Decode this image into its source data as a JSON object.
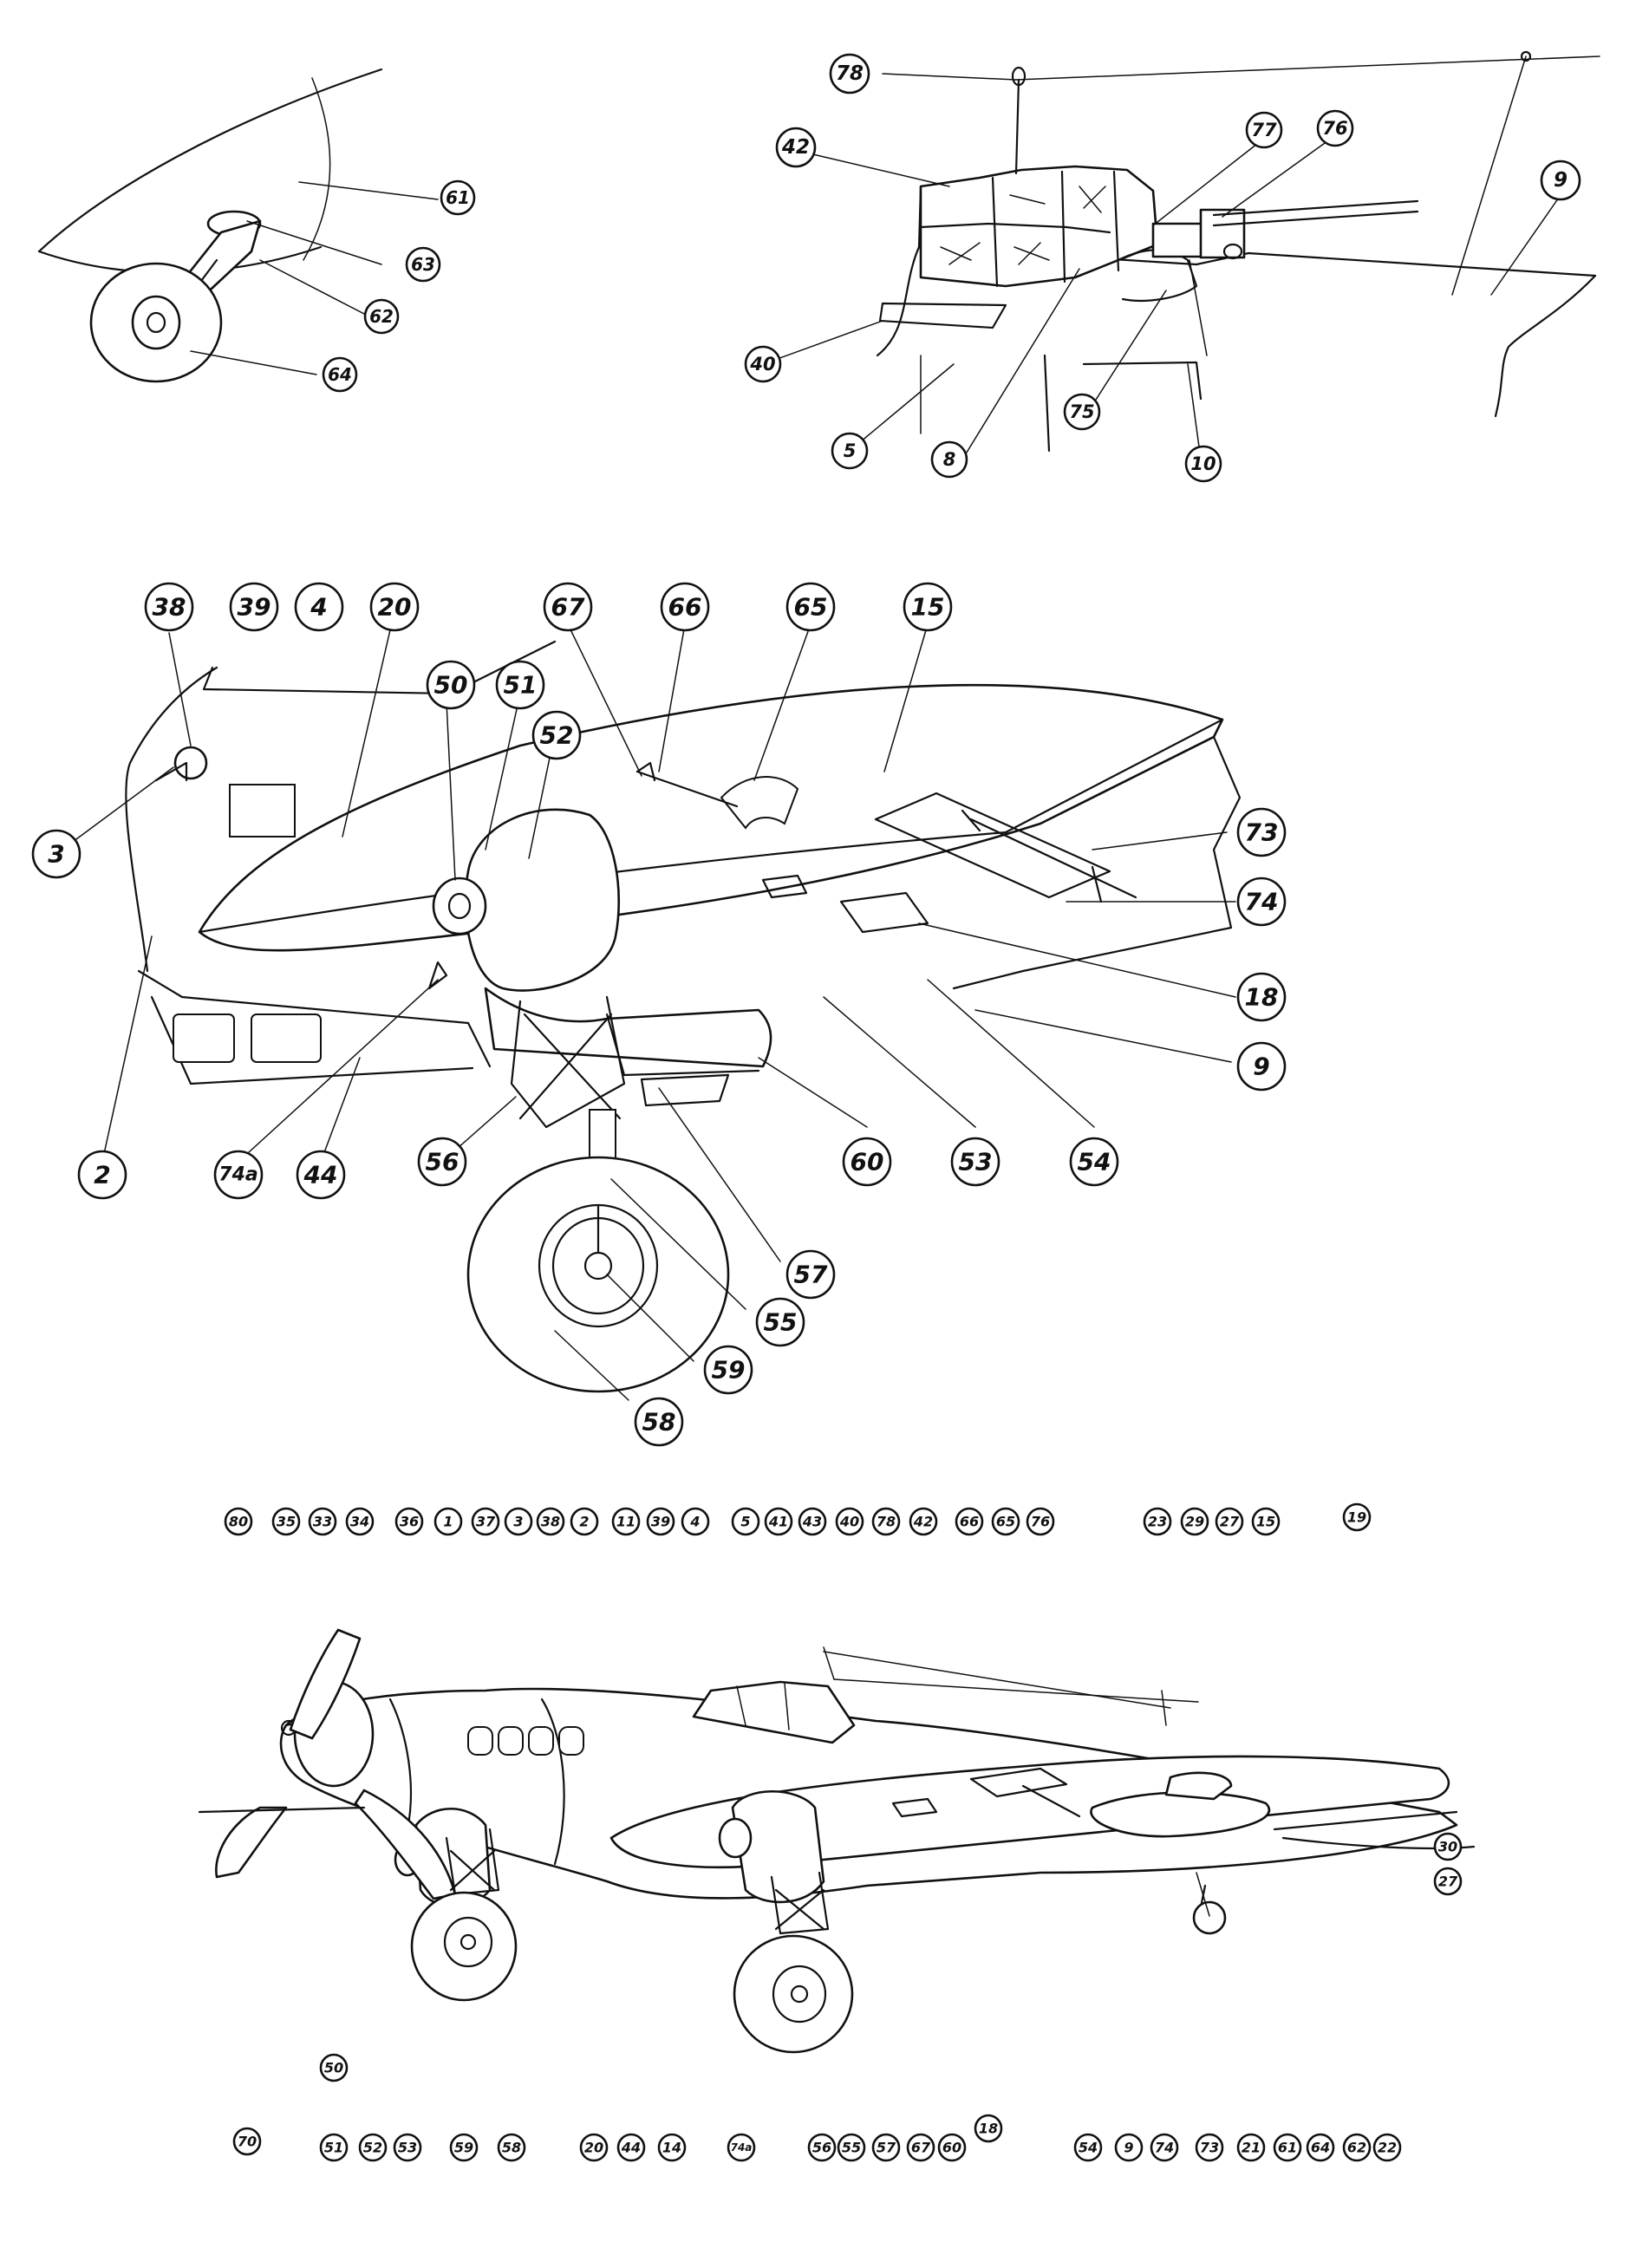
{
  "panels": {
    "tail_wheel": {
      "callouts": [
        "61",
        "63",
        "62",
        "64"
      ]
    },
    "cockpit": {
      "callouts": [
        "78",
        "42",
        "77",
        "76",
        "9",
        "40",
        "5",
        "8",
        "75",
        "10"
      ]
    },
    "wing_nacelle": {
      "callouts": [
        "38",
        "39",
        "4",
        "20",
        "50",
        "51",
        "52",
        "67",
        "66",
        "65",
        "15",
        "3",
        "73",
        "74",
        "18",
        "9",
        "2",
        "74a",
        "44",
        "56",
        "60",
        "53",
        "54",
        "57",
        "55",
        "59",
        "58"
      ]
    },
    "full_aircraft": {
      "callouts_top": [
        "80",
        "35",
        "33",
        "34",
        "36",
        "1",
        "37",
        "3",
        "38",
        "2",
        "11",
        "39",
        "4",
        "5",
        "41",
        "43",
        "40",
        "78",
        "42",
        "66",
        "65",
        "76",
        "23",
        "29",
        "27",
        "15",
        "19"
      ],
      "callouts_right": [
        "30",
        "27"
      ],
      "callouts_left": [
        "50"
      ],
      "callouts_bottom": [
        "70",
        "51",
        "52",
        "53",
        "59",
        "58",
        "20",
        "44",
        "14",
        "74a",
        "56",
        "55",
        "57",
        "67",
        "60",
        "18",
        "54",
        "9",
        "74",
        "73",
        "21",
        "61",
        "64",
        "62",
        "22"
      ]
    }
  }
}
